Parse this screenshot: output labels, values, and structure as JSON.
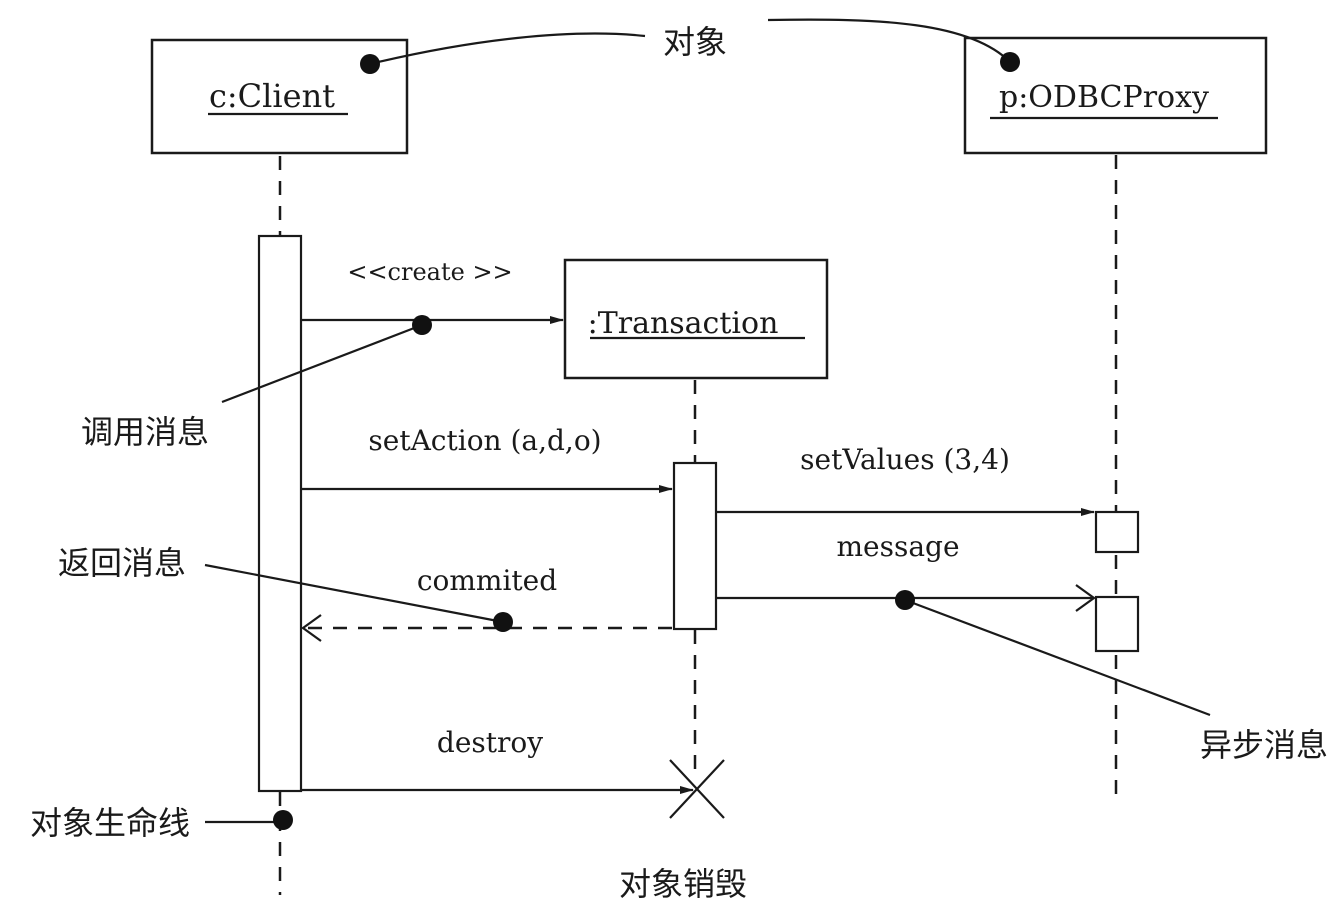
{
  "objects": {
    "client": ":c:Client",
    "client_text": "c:Client",
    "proxy_text": "p:ODBCProxy",
    "transaction_text": ":Transaction"
  },
  "messages": {
    "create": "<<create >>",
    "set_action": "setAction  (a,d,o)",
    "set_values": "setValues  (3,4)",
    "message": "message",
    "commited": "commited",
    "destroy": "destroy"
  },
  "annotations": {
    "object": "对象",
    "call_message": "调用消息",
    "return_message": "返回消息",
    "async_message": "异步消息",
    "lifeline": "对象生命线",
    "destruction": "对象销毁"
  }
}
